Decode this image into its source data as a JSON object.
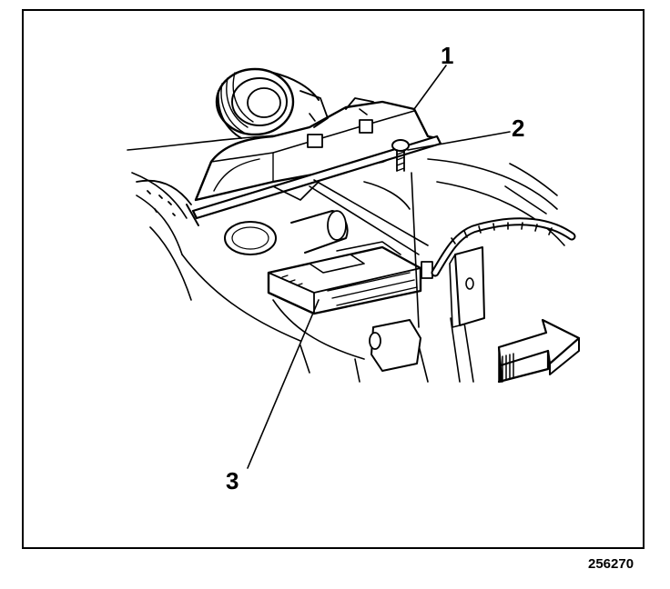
{
  "callouts": [
    {
      "id": "1",
      "label": "1"
    },
    {
      "id": "2",
      "label": "2"
    },
    {
      "id": "3",
      "label": "3"
    }
  ],
  "figure_id": "256270",
  "colors": {
    "ink": "#000000",
    "paper": "#ffffff",
    "shade": "#d8d8d8"
  },
  "icons": {
    "direction_arrow": "arrow-right-icon"
  }
}
